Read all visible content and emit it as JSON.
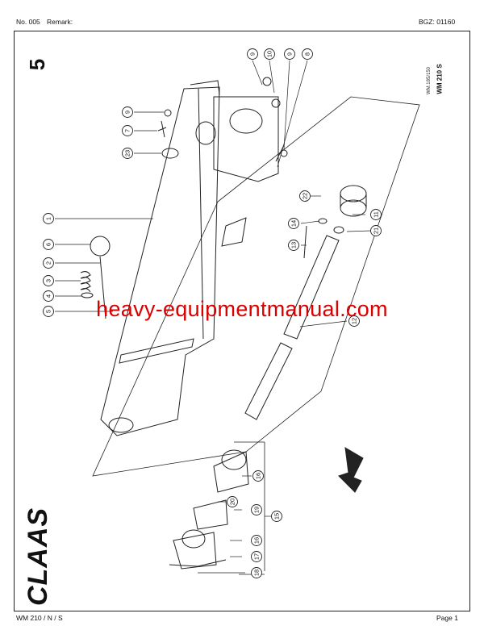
{
  "header": {
    "doc_no": "No. 005",
    "remark_label": "Remark:",
    "bgz": "BGZ: 01160"
  },
  "footer": {
    "model": "WM 210 / N / S",
    "page": "Page 1"
  },
  "drawing": {
    "section_number": "5",
    "model_label": "WM 210 S",
    "ref_code": "WM.185/150",
    "brand": "CLAAS",
    "callouts": [
      "1",
      "2",
      "3",
      "4",
      "5",
      "6",
      "7",
      "8",
      "9",
      "9",
      "9",
      "10",
      "11",
      "12",
      "13",
      "14",
      "15",
      "16",
      "16",
      "17",
      "18",
      "19",
      "20",
      "21",
      "22",
      "23"
    ]
  },
  "watermark": "heavy-equipmentmanual.com",
  "colors": {
    "line": "#222222",
    "watermark": "#d80000"
  }
}
